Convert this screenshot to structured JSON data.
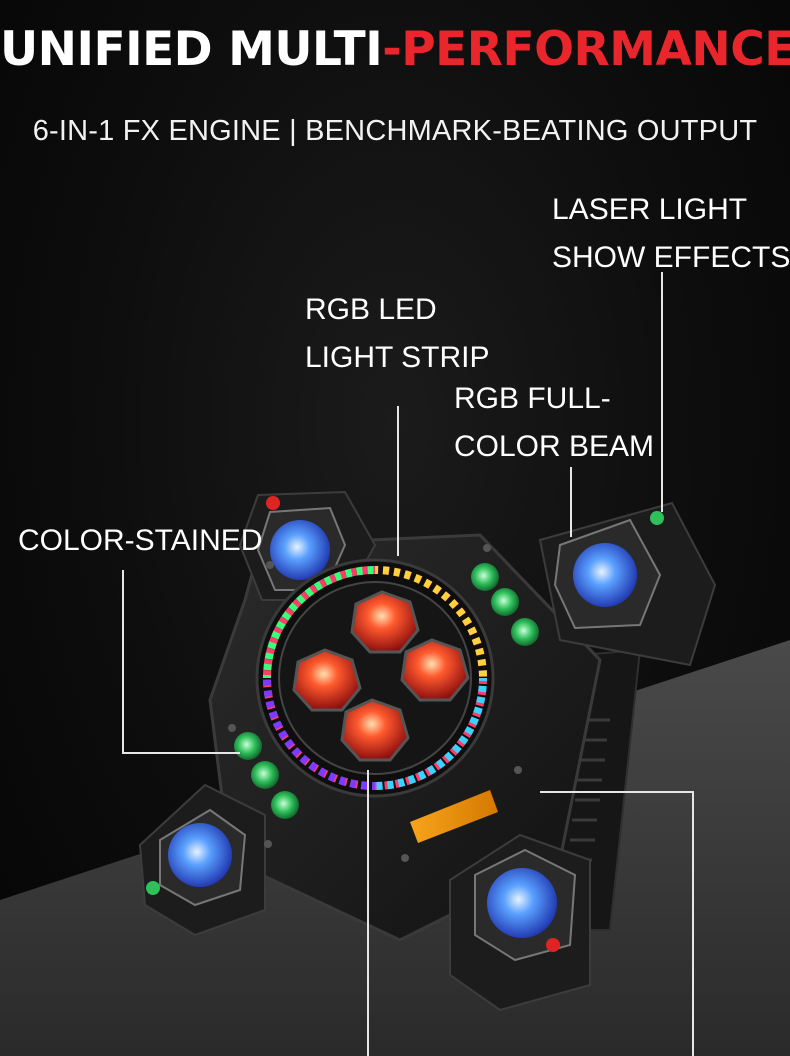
{
  "headline": {
    "white_part": "UNIFIED MULTI",
    "red_part": "-PERFORMANCE"
  },
  "subheadline": "6-IN-1 FX ENGINE | BENCHMARK-BEATING OUTPUT",
  "callouts": {
    "laser": {
      "line1": "LASER LIGHT",
      "line2": "SHOW EFFECTS"
    },
    "strip": {
      "line1": "RGB LED",
      "line2": "LIGHT STRIP"
    },
    "beam": {
      "line1": "RGB FULL-",
      "line2": "COLOR BEAM"
    },
    "stained": {
      "line1": "COLOR-STAINED"
    }
  },
  "colors": {
    "accent_red": "#e8262b",
    "text": "#ffffff",
    "background": "#000000",
    "lens_red": "#e3302a",
    "lens_blue": "#3d63e0",
    "led_green": "#2fbf5b"
  }
}
